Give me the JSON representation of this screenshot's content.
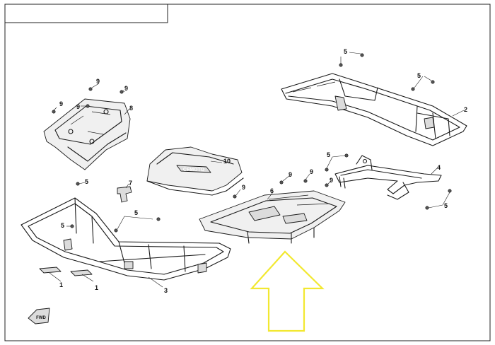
{
  "title_block": {
    "text": ""
  },
  "arrow": {
    "color": "#f2e830"
  },
  "fwd_badge": {
    "label": "FWD"
  },
  "part_logo": {
    "text": "CFMOTO"
  },
  "callouts": [
    {
      "id": "c1a",
      "label": "1"
    },
    {
      "id": "c1b",
      "label": "1"
    },
    {
      "id": "c2",
      "label": "2"
    },
    {
      "id": "c3",
      "label": "3"
    },
    {
      "id": "c4",
      "label": "4"
    },
    {
      "id": "c5a",
      "label": "5"
    },
    {
      "id": "c5b",
      "label": "5"
    },
    {
      "id": "c5c",
      "label": "5"
    },
    {
      "id": "c5d",
      "label": "5"
    },
    {
      "id": "c5e",
      "label": "5"
    },
    {
      "id": "c5f",
      "label": "5"
    },
    {
      "id": "c5g",
      "label": "5"
    },
    {
      "id": "c6",
      "label": "6"
    },
    {
      "id": "c7",
      "label": "7"
    },
    {
      "id": "c8",
      "label": "8"
    },
    {
      "id": "c9a",
      "label": "9"
    },
    {
      "id": "c9b",
      "label": "9"
    },
    {
      "id": "c9c",
      "label": "9"
    },
    {
      "id": "c9d",
      "label": "9"
    },
    {
      "id": "c9e",
      "label": "9"
    },
    {
      "id": "c9f",
      "label": "9"
    },
    {
      "id": "c9g",
      "label": "9"
    },
    {
      "id": "c9h",
      "label": "9"
    },
    {
      "id": "c10",
      "label": "10"
    }
  ]
}
